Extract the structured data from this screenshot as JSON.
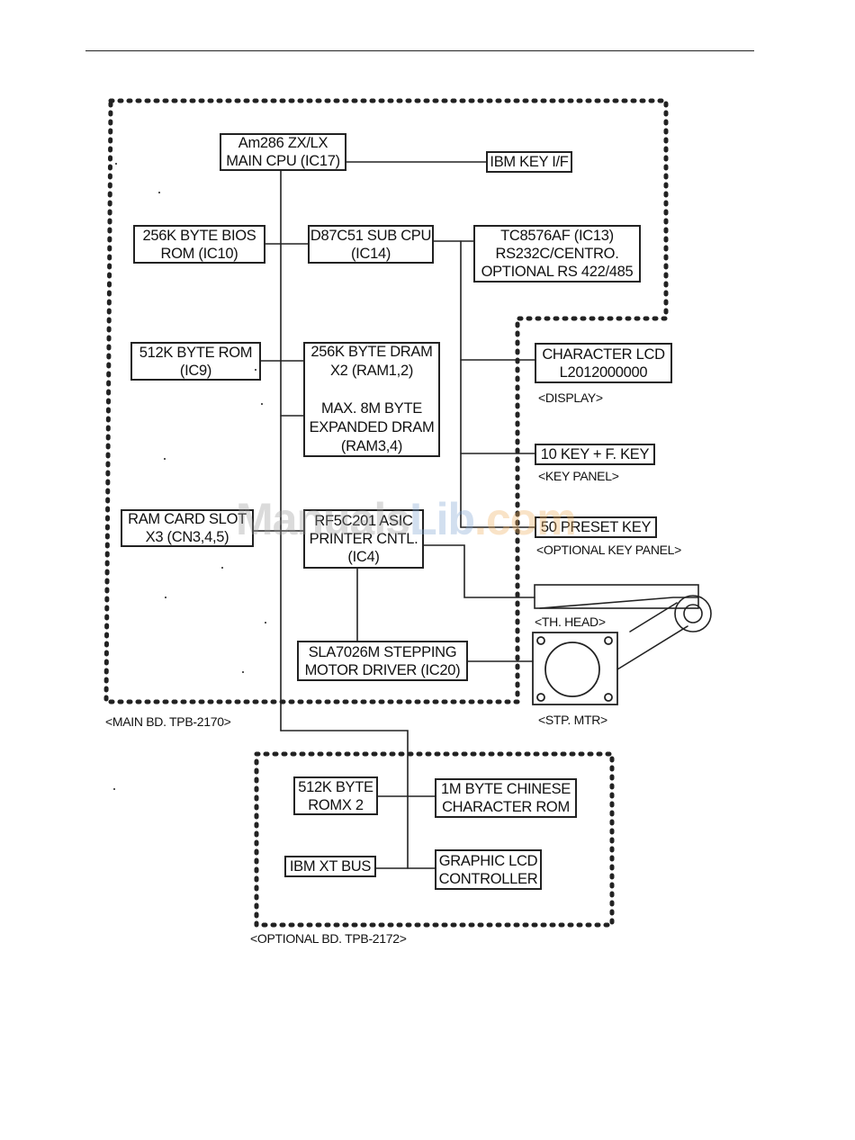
{
  "boxes": {
    "main_cpu": "Am286 ZX/LX\nMAIN CPU (IC17)",
    "ibm_key_if": "IBM KEY I/F",
    "bios_rom": "256K BYTE BIOS\nROM (IC10)",
    "sub_cpu": "D87C51 SUB CPU\n(IC14)",
    "serial_ctrl": "TC8576AF (IC13)\nRS232C/CENTRO.\nOPTIONAL RS 422/485",
    "rom_512k": "512K BYTE ROM\n(IC9)",
    "dram": "256K BYTE DRAM\nX2  (RAM1,2)\n\nMAX. 8M BYTE\nEXPANDED DRAM\n(RAM3,4)",
    "char_lcd": "CHARACTER LCD\nL2012000000",
    "ten_key": "10 KEY + F. KEY",
    "ram_card": "RAM CARD SLOT\nX3 (CN3,4,5)",
    "asic": "RF5C201 ASIC\nPRINTER CNTL.\n(IC4)",
    "preset_key": "50 PRESET KEY",
    "motor_driver": "SLA7026M STEPPING\nMOTOR DRIVER (IC20)",
    "opt_rom": "512K BYTE\nROMX 2",
    "chinese_rom": "1M BYTE CHINESE\nCHARACTER ROM",
    "ibm_xt_bus": "IBM XT BUS",
    "graphic_lcd": "GRAPHIC LCD\nCONTROLLER"
  },
  "labels": {
    "display": "<DISPLAY>",
    "key_panel": "<KEY PANEL>",
    "optional_key_panel": "<OPTIONAL KEY PANEL>",
    "th_head": "<TH. HEAD>",
    "stp_mtr": "<STP. MTR>",
    "main_board": "<MAIN BD. TPB-2170>",
    "optional_board": "<OPTIONAL BD. TPB-2172>"
  },
  "watermark": {
    "part1": "Manuals",
    "part2": "Lib",
    "part3": ".com"
  }
}
